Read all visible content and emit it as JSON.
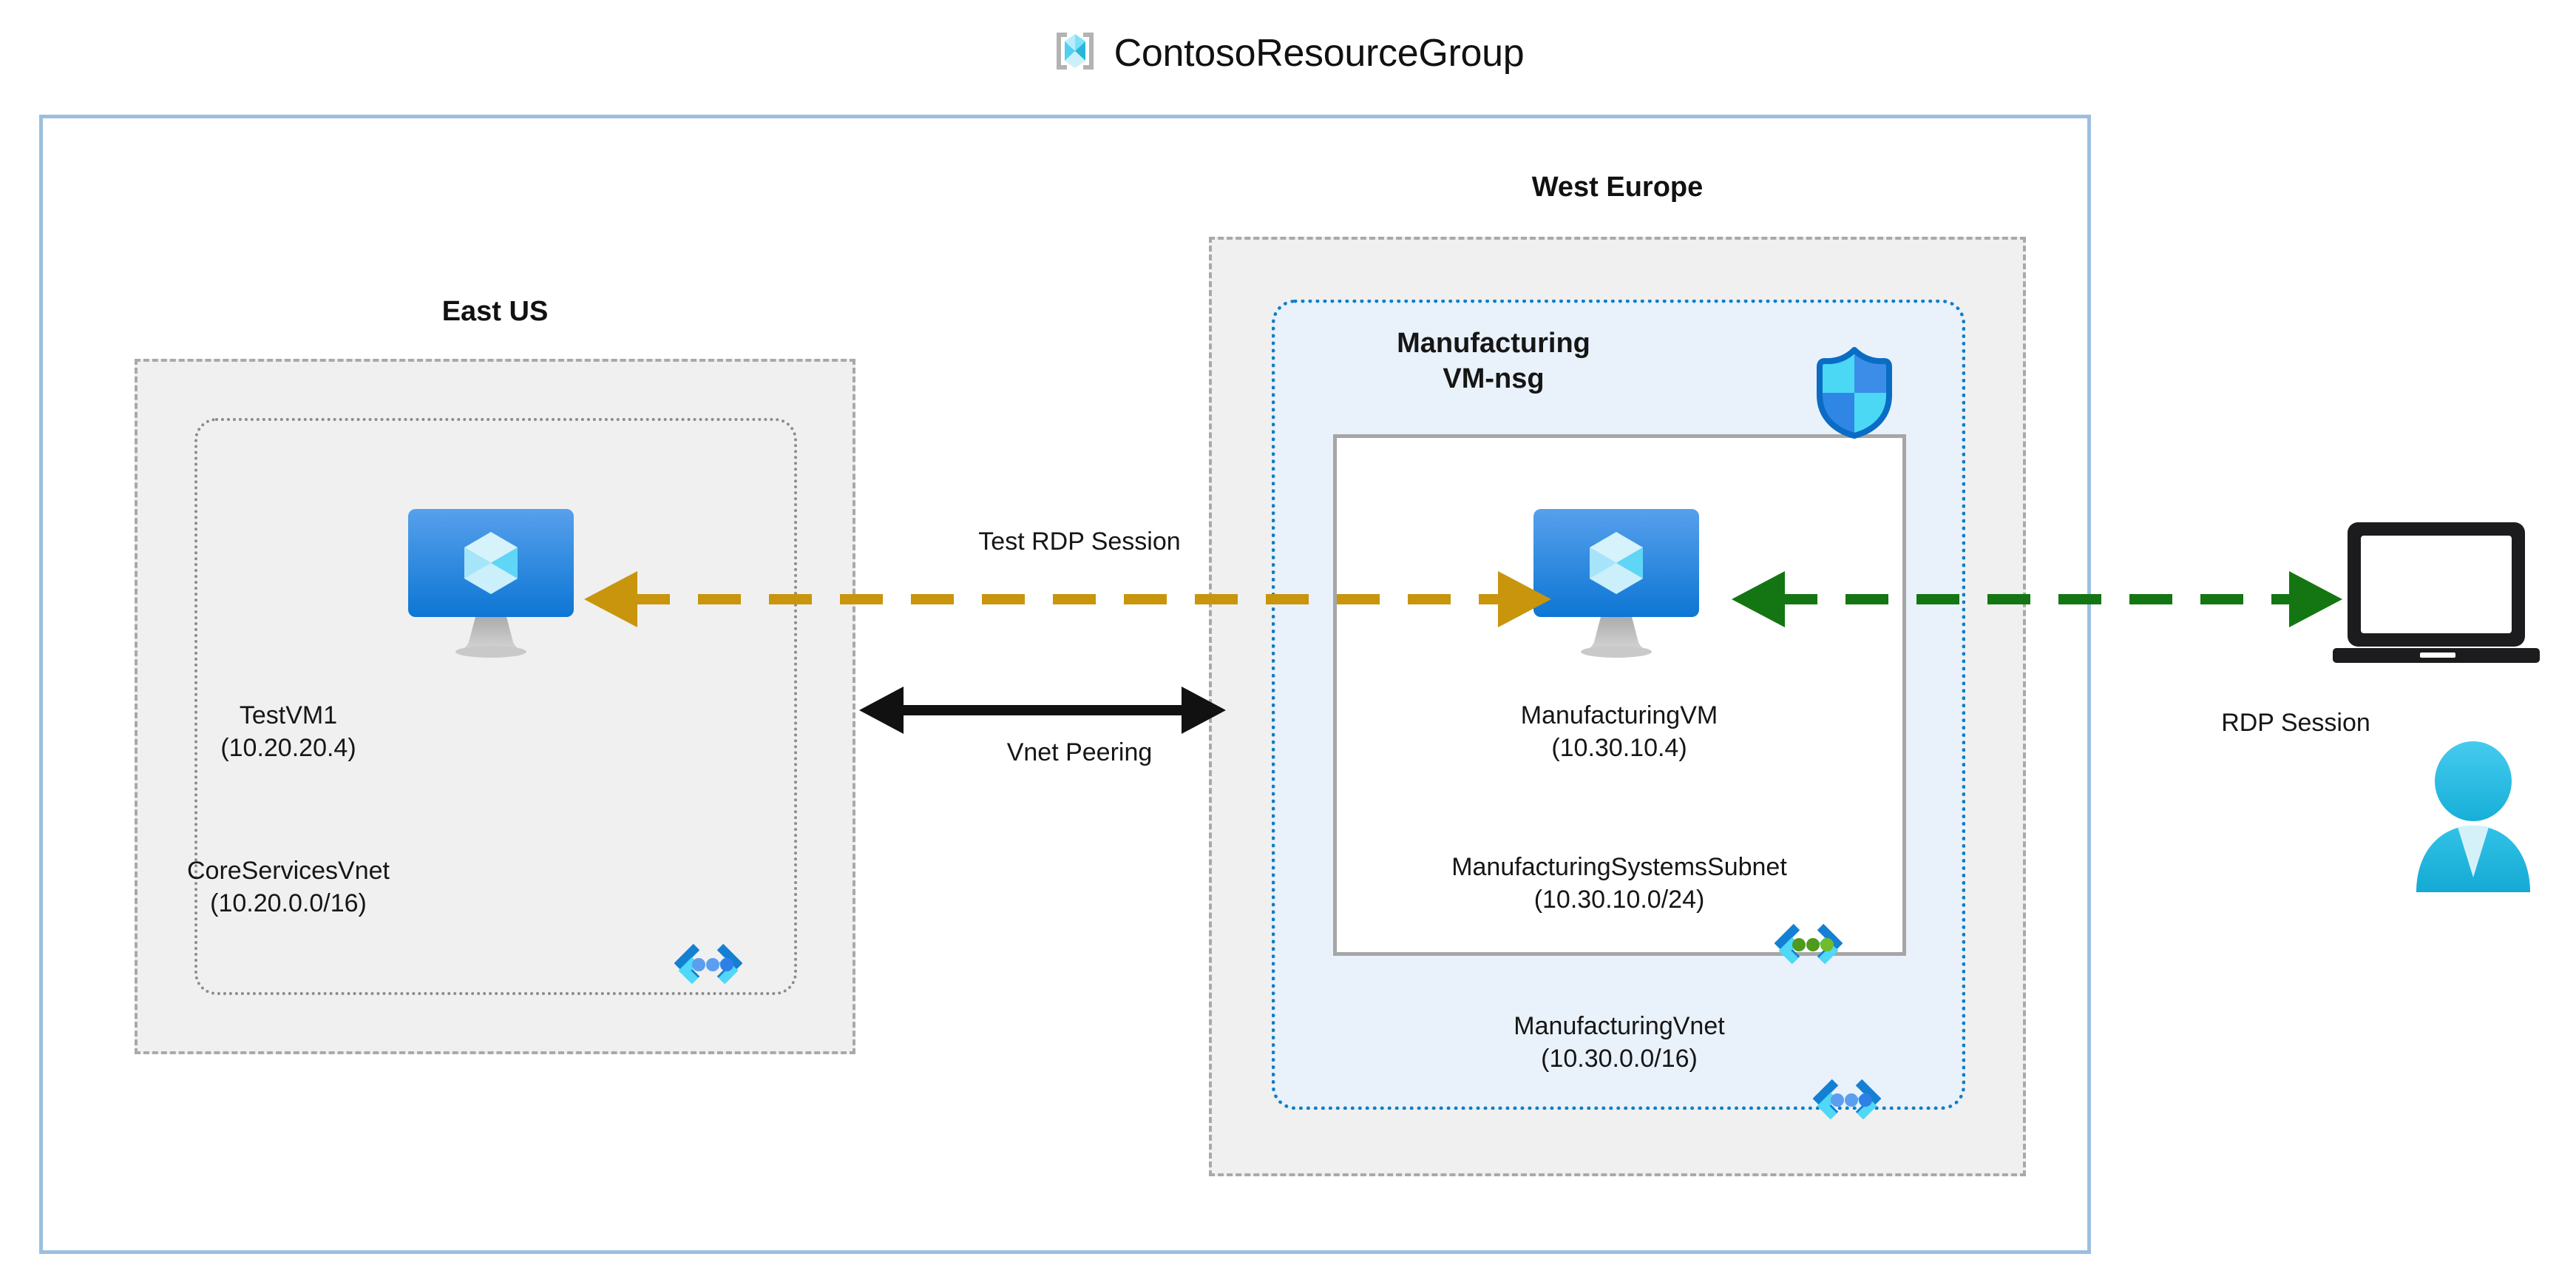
{
  "diagram": {
    "title": "ContosoResourceGroup",
    "title_icon": "resource-group-icon"
  },
  "regions": [
    {
      "id": "east-us",
      "name": "East US"
    },
    {
      "id": "west-europe",
      "name": "West Europe"
    }
  ],
  "vnets": [
    {
      "id": "coreservices-vnet",
      "name": "CoreServicesVnet",
      "cidr": "(10.20.0.0/16)",
      "icon": "vnet-icon",
      "region": "East US"
    },
    {
      "id": "manufacturing-vnet",
      "name": "ManufacturingVnet",
      "cidr": "(10.30.0.0/16)",
      "icon": "vnet-icon",
      "region": "West Europe"
    }
  ],
  "subnets": [
    {
      "id": "manufacturing-systems-subnet",
      "name": "ManufacturingSystemsSubnet",
      "cidr": "(10.30.10.0/24)",
      "icon": "subnet-icon"
    }
  ],
  "vms": [
    {
      "id": "testvm1",
      "name": "TestVM1",
      "ip": "(10.20.20.4)",
      "icon": "virtual-machine-icon"
    },
    {
      "id": "manufacturingvm",
      "name": "ManufacturingVM",
      "ip": "(10.30.10.4)",
      "icon": "virtual-machine-icon"
    }
  ],
  "nsg": {
    "id": "manufacturing-vm-nsg",
    "name_line1": "Manufacturing",
    "name_line2": "VM-nsg",
    "icon": "network-security-group-shield-icon"
  },
  "endpoints": {
    "laptop": {
      "icon": "laptop-icon"
    },
    "user": {
      "icon": "user-icon"
    }
  },
  "connections": [
    {
      "id": "test-rdp-session",
      "label": "Test RDP Session",
      "style": "dashed",
      "color": "#c8950d",
      "direction": "bidirectional"
    },
    {
      "id": "vnet-peering",
      "label": "Vnet Peering",
      "style": "solid",
      "color": "#111111",
      "direction": "bidirectional"
    },
    {
      "id": "rdp-session",
      "label": "RDP Session",
      "style": "dashed",
      "color": "#137612",
      "direction": "bidirectional"
    }
  ],
  "colors": {
    "resource_group_border": "#9cbfe0",
    "region_border": "#a9a9a9",
    "region_fill": "#f0f0f0",
    "vnet_border": "#8c8c8c",
    "nsg_border": "#0f7ec8",
    "nsg_fill": "#e9f1fa",
    "subnet_border": "#a6a6a6",
    "azure_blue": "#0078d4",
    "rdp_gold": "#c8950d",
    "rdp_green": "#137612"
  }
}
